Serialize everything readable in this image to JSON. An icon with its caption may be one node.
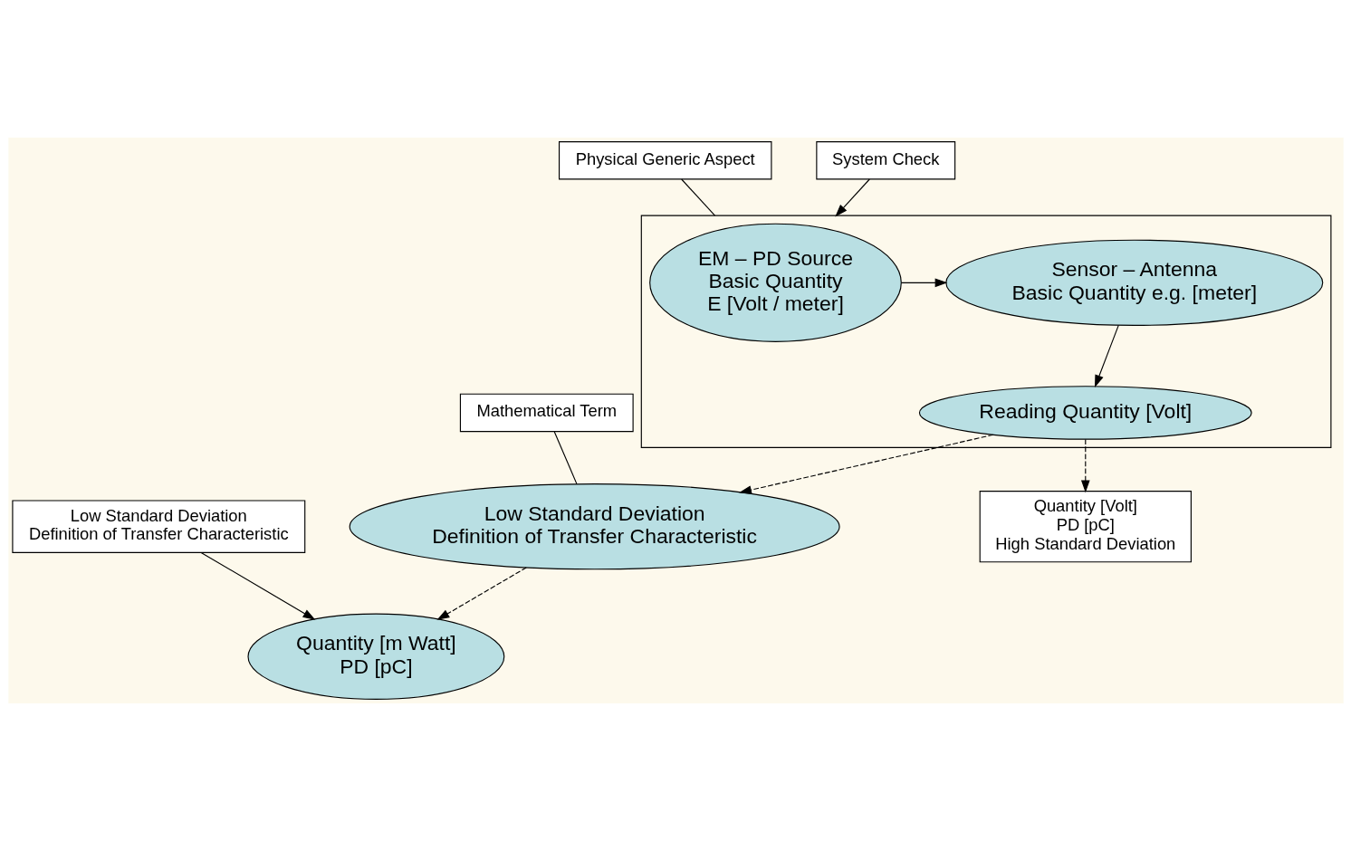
{
  "diagram": {
    "nodes": [
      {
        "text": [],
        "shape": "box"
      },
      {
        "text": [
          "EM – PD Source",
          "Basic Quantity",
          "E [Volt / meter]"
        ],
        "in": 0
      },
      {
        "text": [
          "Sensor – Antenna",
          "Basic Quantity e.g. [meter]"
        ],
        "in": 0
      },
      {
        "text": [
          "Reading Quantity [Volt]"
        ],
        "in": 0
      },
      {
        "text": [
          "Physical Generic Aspect"
        ]
      },
      {
        "text": [
          "Low Standard Deviation",
          "Definition of Transfer Characteristic"
        ]
      },
      {
        "text": [
          "Mathematical Term"
        ]
      },
      {
        "text": [
          "Quantity [m Watt]",
          "PD [pC]"
        ]
      },
      {
        "text": [
          "Quantity [Volt]",
          "PD [pC]",
          "High Standard Deviation"
        ]
      },
      {
        "text": [
          "System Check"
        ]
      },
      {
        "text": [
          "Low Standard Deviation",
          "Definition of Transfer Characteristic"
        ]
      }
    ],
    "edges": [
      {
        "from": 1,
        "to": 2,
        "arrow": "to"
      },
      {
        "from": 2,
        "to": 3,
        "arrow": "to"
      },
      {
        "from": 3,
        "to": 5,
        "arrow": "to",
        "style": "dashed"
      },
      {
        "from": 5,
        "to": 7,
        "arrow": "to",
        "style": "dashed"
      },
      {
        "from": 3,
        "to": 8,
        "arrow": "to",
        "style": "dashed"
      },
      {
        "from": 9,
        "to": 0,
        "arrow": "to"
      },
      {
        "from": 10,
        "to": 7,
        "arrow": "to"
      },
      {
        "from": 4,
        "to": 0,
        "arrow": "none"
      },
      {
        "from": 6,
        "to": 5,
        "arrow": "none"
      }
    ]
  }
}
